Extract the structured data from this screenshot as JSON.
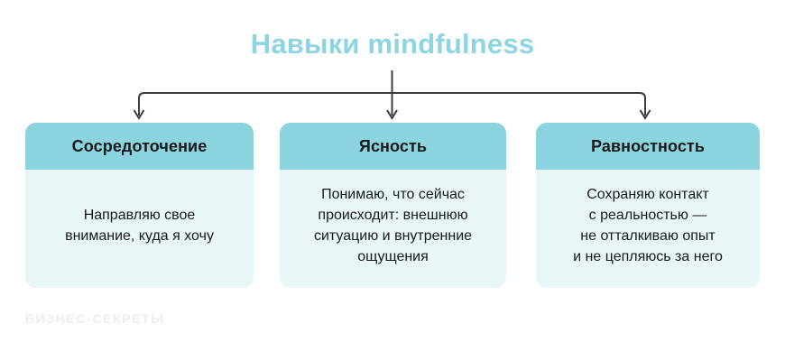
{
  "title": "Навыки mindfulness",
  "accent_color": "#8ed5e3",
  "header_color": "#8bd3de",
  "body_color": "#e9f6f8",
  "connector_color": "#3c3c3c",
  "watermark": "БИЗНЕС-СЕКРЕТЫ",
  "cards": [
    {
      "header": "Сосредоточение",
      "body": "Направляю свое\nвнимание, куда я хочу"
    },
    {
      "header": "Ясность",
      "body": "Понимаю, что сейчас\nпроисходит: внешнюю\nситуацию и внутренние\nощущения"
    },
    {
      "header": "Равностность",
      "body": "Сохраняю контакт\nс реальностью —\nне отталкиваю опыт\nи не цепляюсь за него"
    }
  ]
}
